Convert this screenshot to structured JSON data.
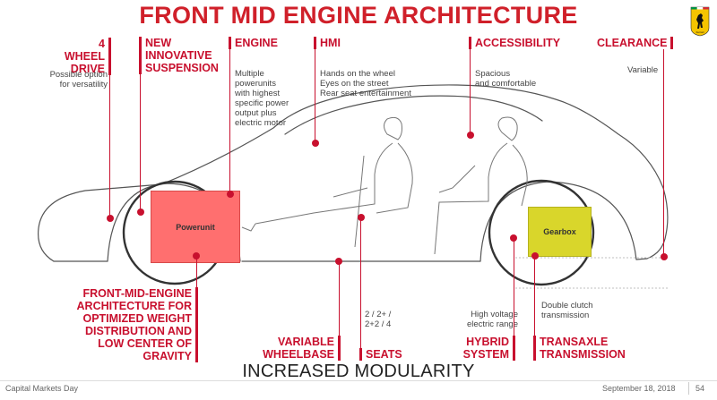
{
  "title": "FRONT MID ENGINE ARCHITECTURE",
  "logo_text": "Ferrari",
  "top_labels": {
    "four_wheel_drive": {
      "head_1": "4 WHEEL",
      "head_2": "DRIVE",
      "desc_1": "Possible option",
      "desc_2": "for versatility"
    },
    "suspension": {
      "head_1": "NEW",
      "head_2": "INNOVATIVE",
      "head_3": "SUSPENSION"
    },
    "engine": {
      "head": "ENGINE",
      "desc_1": "Multiple",
      "desc_2": "powerunits",
      "desc_3": "with highest",
      "desc_4": "specific power",
      "desc_5": "output plus",
      "desc_6": "electric motor"
    },
    "hmi": {
      "head": "HMI",
      "desc_1": "Hands on the wheel",
      "desc_2": "Eyes on the street",
      "desc_3": "Rear seat entertainment"
    },
    "accessibility": {
      "head": "ACCESSIBILITY",
      "desc_1": "Spacious",
      "desc_2": "and comfortable"
    },
    "clearance": {
      "head": "CLEARANCE",
      "desc": "Variable"
    }
  },
  "boxes": {
    "powerunit": "Powerunit",
    "gearbox": "Gearbox"
  },
  "bottom_labels": {
    "architecture": {
      "head_1": "FRONT-MID-ENGINE",
      "head_2": "ARCHITECTURE FOR",
      "head_3": "OPTIMIZED WEIGHT",
      "head_4": "DISTRIBUTION AND",
      "head_5": "LOW CENTER OF",
      "head_6": "GRAVITY"
    },
    "wheelbase": {
      "head_1": "VARIABLE",
      "head_2": "WHEELBASE"
    },
    "seats": {
      "head": "SEATS",
      "desc_1": "2 / 2+ /",
      "desc_2": "2+2 / 4"
    },
    "hybrid": {
      "head_1": "HYBRID",
      "head_2": "SYSTEM",
      "desc_1": "High voltage",
      "desc_2": "electric range"
    },
    "transaxle": {
      "head_1": "TRANSAXLE",
      "head_2": "TRANSMISSION",
      "desc_1": "Double clutch",
      "desc_2": "transmission"
    }
  },
  "bottom_title": "INCREASED MODULARITY",
  "footer": {
    "left": "Capital Markets Day",
    "date": "September 18, 2018",
    "page": "54"
  },
  "colors": {
    "accent": "#c8102e",
    "powerunit": "#ff6f6f",
    "gearbox": "#d9d62b"
  }
}
